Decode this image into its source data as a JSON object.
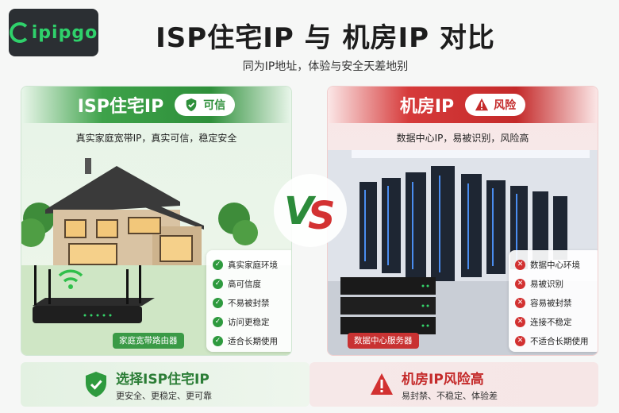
{
  "brand": {
    "logo_text": "ipipgo"
  },
  "header": {
    "title": "ISP住宅IP 与 机房IP 对比",
    "subtitle": "同为IP地址，体验与安全天差地别"
  },
  "left_panel": {
    "title": "ISP住宅IP",
    "badge": "可信",
    "description": "真实家庭宽带IP，真实可信，稳定安全",
    "features": [
      "真实家庭环境",
      "高可信度",
      "不易被封禁",
      "访问更稳定",
      "适合长期使用"
    ],
    "device_label": "家庭宽带路由器",
    "accent_color": "#2e8f3a"
  },
  "right_panel": {
    "title": "机房IP",
    "badge": "风险",
    "description": "数据中心IP，易被识别，风险高",
    "features": [
      "数据中心环境",
      "易被识别",
      "容易被封禁",
      "连接不稳定",
      "不适合长期使用"
    ],
    "device_label": "数据中心服务器",
    "accent_color": "#c42a2a"
  },
  "vs_label": "VS",
  "footer": {
    "left": {
      "title": "选择ISP住宅IP",
      "subtitle": "更安全、更稳定、更可靠",
      "icon": "shield-check-icon"
    },
    "right": {
      "title": "机房IP风险高",
      "subtitle": "易封禁、不稳定、体验差",
      "icon": "warning-triangle-icon"
    }
  }
}
